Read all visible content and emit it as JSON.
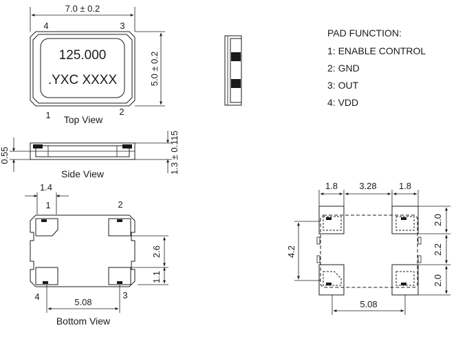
{
  "top_view": {
    "width_dim": "7.0 ± 0.2",
    "height_dim": "5.0 ± 0.2",
    "pin_4": "4",
    "pin_3": "3",
    "pin_1": "1",
    "pin_2": "2",
    "marking_line1": "125.000",
    "marking_line2": ".YXC XXXX",
    "caption": "Top View"
  },
  "side_view": {
    "dim_left": "0.55",
    "dim_right": "1.3 ± 0.115",
    "caption": "Side View"
  },
  "bottom_view": {
    "dim_pad_width": "1.4",
    "pin_1": "1",
    "pin_2": "2",
    "pin_4": "4",
    "pin_3": "3",
    "dim_right_upper": "2.6",
    "dim_right_lower": "1.1",
    "dim_bottom": "5.08",
    "caption": "Bottom View"
  },
  "pad_function": {
    "title": "PAD FUNCTION:",
    "items": [
      "1: ENABLE CONTROL",
      "2: GND",
      "3: OUT",
      "4: VDD"
    ]
  },
  "land_pattern": {
    "dim_top_left": "1.8",
    "dim_top_mid": "3.28",
    "dim_top_right": "1.8",
    "dim_right_top": "2.0",
    "dim_right_mid": "2.2",
    "dim_right_bottom": "2.0",
    "dim_left": "4.2",
    "dim_bottom": "5.08"
  }
}
